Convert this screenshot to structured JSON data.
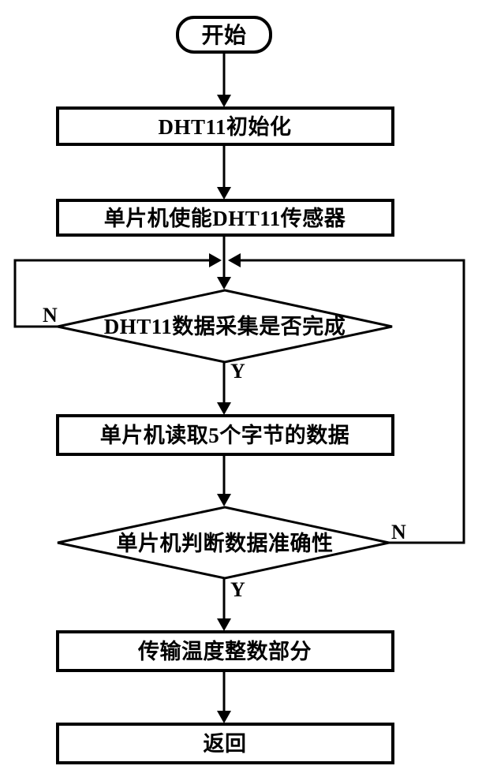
{
  "diagram": {
    "type": "flowchart",
    "background_color": "#ffffff",
    "stroke_color": "#000000",
    "fill_color": "#ffffff",
    "nodes": [
      {
        "id": "start",
        "shape": "terminator",
        "label": "开始"
      },
      {
        "id": "dht11-init",
        "shape": "process",
        "label": "DHT11初始化"
      },
      {
        "id": "mcu-enable-dht11",
        "shape": "process",
        "label": "单片机使能DHT11传感器"
      },
      {
        "id": "dht11-collection-complete",
        "shape": "decision",
        "label": "DHT11数据采集是否完成",
        "yes_label": "Y",
        "no_label": "N"
      },
      {
        "id": "mcu-read-5-bytes",
        "shape": "process",
        "label": "单片机读取5个字节的数据"
      },
      {
        "id": "mcu-judge-accuracy",
        "shape": "decision",
        "label": "单片机判断数据准确性",
        "yes_label": "Y",
        "no_label": "N"
      },
      {
        "id": "transmit-temperature-integer",
        "shape": "process",
        "label": "传输温度整数部分"
      },
      {
        "id": "return",
        "shape": "process",
        "label": "返回"
      }
    ]
  }
}
